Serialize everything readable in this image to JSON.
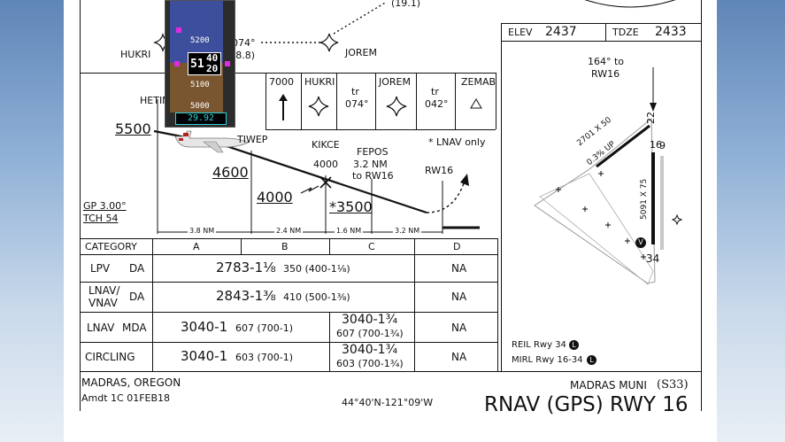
{
  "plan": {
    "hukri": "HUKRI",
    "jorem": "JOREM",
    "course_label": "074°",
    "course_dist": "(8.8)",
    "top_dist": "(19.1)",
    "to_rw16_course": "164° to",
    "to_rw16_name": "RW16"
  },
  "elev": {
    "label": "ELEV",
    "value": "2437"
  },
  "tdze": {
    "label": "TDZE",
    "value": "2433"
  },
  "profile_header": {
    "alt": "7000",
    "hukri": "HUKRI",
    "tr1": "tr",
    "tr1_val": "074°",
    "jorem": "JOREM",
    "tr2": "tr",
    "tr2_val": "042°",
    "zemab": "ZEMAB"
  },
  "profile": {
    "hetim": "HETIM",
    "alt_5500": "5500",
    "alt_4600": "4600",
    "alt_4000": "4000",
    "alt_3500": "*3500",
    "tiwep": "TIWEP",
    "kikce": "KIKCE",
    "kikce_alt": "4000",
    "fepos": "FEPOS",
    "fepos_dist1": "3.2 NM",
    "fepos_dist2": "to RW16",
    "rw16": "RW16",
    "lnav_only": "* LNAV only",
    "gp": "GP 3.00°",
    "tch": "TCH 54",
    "d1": "3.8 NM",
    "d2": "2.4 NM",
    "d3": "1.6 NM",
    "d4": "3.2 NM"
  },
  "minima": {
    "headers": [
      "CATEGORY",
      "A",
      "B",
      "C",
      "D"
    ],
    "lpv_name": "LPV",
    "lpv_da": "DA",
    "lpv_main": "2783-1⅛",
    "lpv_sub": "350 (400-1⅛)",
    "lpv_d": "NA",
    "lnav_vnav_name1": "LNAV/",
    "lnav_vnav_name2": "VNAV",
    "lnav_vnav_da": "DA",
    "lnav_vnav_main": "2843-1⅜",
    "lnav_vnav_sub": "410 (500-1⅜)",
    "lnav_vnav_d": "NA",
    "lnav_name": "LNAV",
    "lnav_mda": "MDA",
    "lnav_ab_main": "3040-1",
    "lnav_ab_sub": "607 (700-1)",
    "lnav_c_main": "3040-1¾",
    "lnav_c_sub": "607 (700-1¾)",
    "lnav_d": "NA",
    "circ_name": "CIRCLING",
    "circ_ab_main": "3040-1",
    "circ_ab_sub": "603 (700-1)",
    "circ_c_main": "3040-1¾",
    "circ_c_sub": "603 (700-1¾)",
    "circ_d": "NA"
  },
  "airport": {
    "rwy_dim1": "2701 X 50",
    "rwy_up": "0.3% UP",
    "rwy_dim2": "5091 X 75",
    "r22": "22",
    "r16": "16",
    "r34": "34",
    "r9": "9",
    "reil": "REIL Rwy 34",
    "mirl": "MIRL Rwy 16-34",
    "reil_badge": "L",
    "mirl_badge": "L",
    "v_badge": "V"
  },
  "footer": {
    "city": "MADRAS, OREGON",
    "amdt": "Amdt 1C  01FEB18",
    "coords": "44°40'N-121°09'W",
    "airport_name": "MADRAS MUNI",
    "airport_id": "(S33)",
    "procedure": "RNAV (GPS) RWY 16"
  },
  "pfd": {
    "t5200": "5200",
    "t5100": "5100",
    "t5000": "5000",
    "alt_big": "51",
    "alt_top": "40",
    "alt_bot": "20",
    "baro": "29.92"
  }
}
